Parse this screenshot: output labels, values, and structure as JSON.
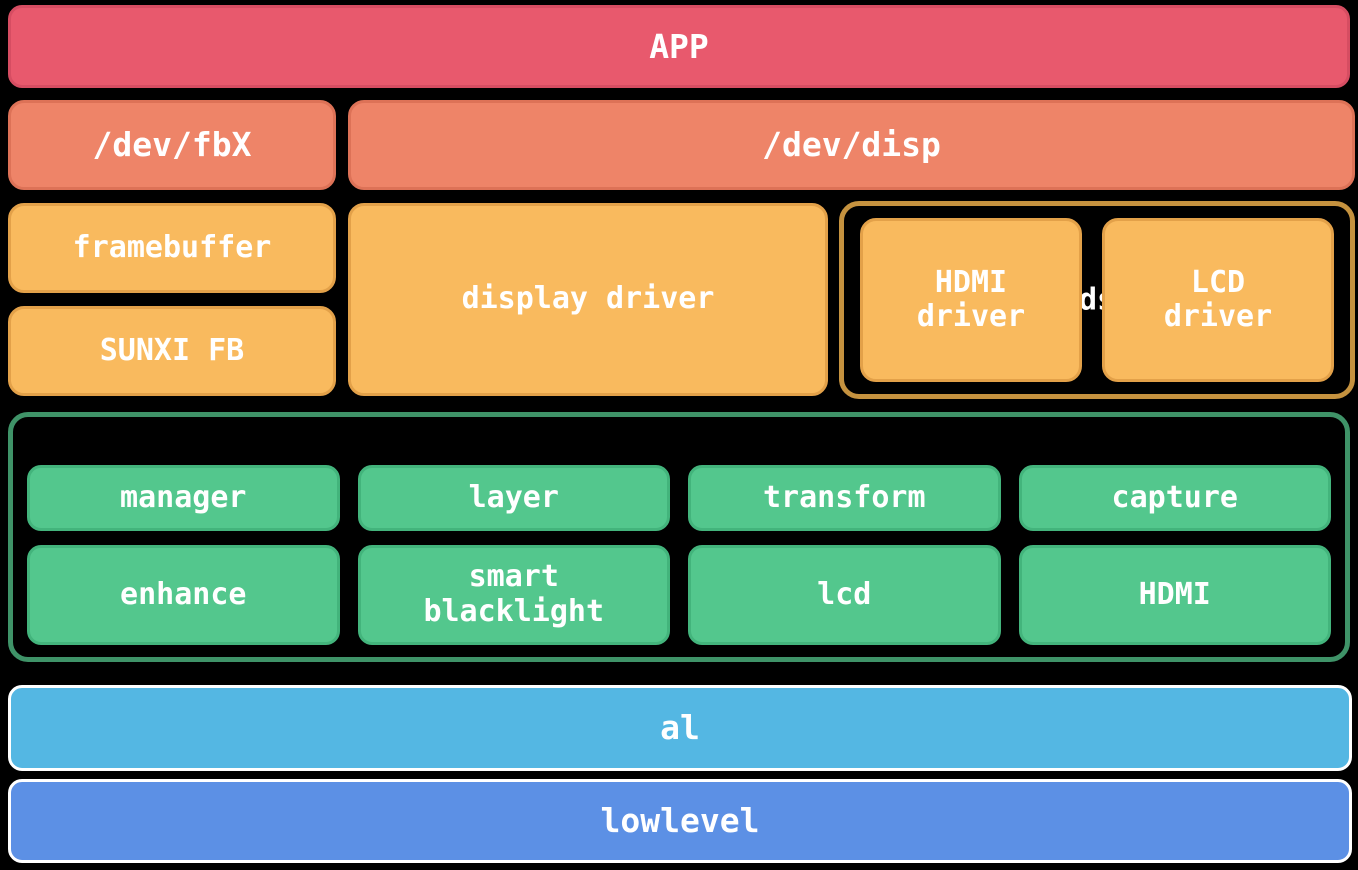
{
  "canvas": {
    "background": "#000000",
    "text_color": "#ffffff"
  },
  "palette": {
    "app_fill": "#e8596d",
    "app_border": "#d64d62",
    "device_fill": "#ee8468",
    "device_border": "#dd7257",
    "driver_fill": "#f9ba5e",
    "driver_border": "#e3a149",
    "driver_group_border": "#c5923f",
    "engine_fill": "#53c78d",
    "engine_border": "#43b47c",
    "engine_group_border": "#3f9368",
    "al_fill": "#54b7e3",
    "lowlevel_fill": "#5c90e5",
    "blue_bar_border": "#ffffff"
  },
  "app_layer": {
    "label": "APP"
  },
  "device_layer": {
    "fbx": "/dev/fbX",
    "disp": "/dev/disp"
  },
  "driver_layer": {
    "framebuffer": "framebuffer",
    "sunxi_fb": "SUNXI FB",
    "display_driver": "display driver",
    "output_group": {
      "partial_label": "ds",
      "hdmi": "HDMI\ndriver",
      "lcd": "LCD\ndriver"
    }
  },
  "engine_layer": {
    "row1": [
      "manager",
      "layer",
      "transform",
      "capture"
    ],
    "row2": [
      "enhance",
      "smart\nblacklight",
      "lcd",
      "HDMI"
    ]
  },
  "al_layer": {
    "label": "al"
  },
  "lowlevel_layer": {
    "label": "lowlevel"
  }
}
